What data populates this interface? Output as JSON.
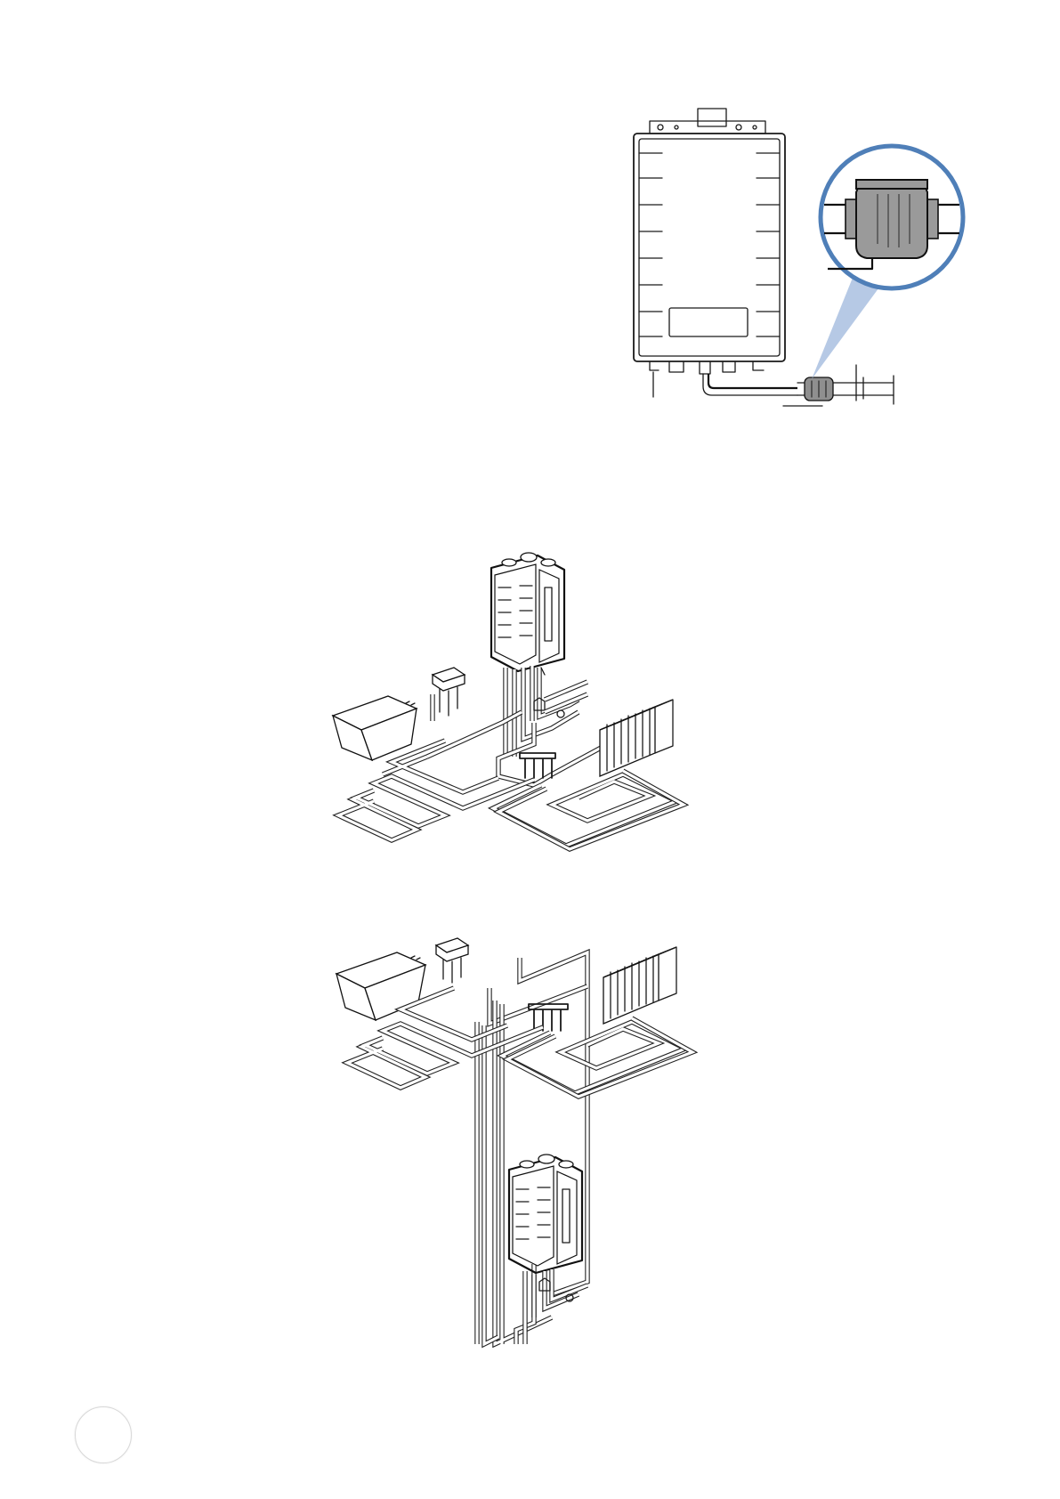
{
  "page": {
    "background": "#ffffff"
  },
  "figures": [
    {
      "id": "boiler-filter-detail",
      "callout_color": "#4f7fb8"
    },
    {
      "id": "installation-above-manifold"
    },
    {
      "id": "installation-below-manifold"
    }
  ],
  "colors": {
    "line": "#1a1a1a",
    "callout_ring": "#4f7fb8",
    "callout_wedge": "#a9bfe0",
    "filter_body": "#9a9a9a"
  }
}
